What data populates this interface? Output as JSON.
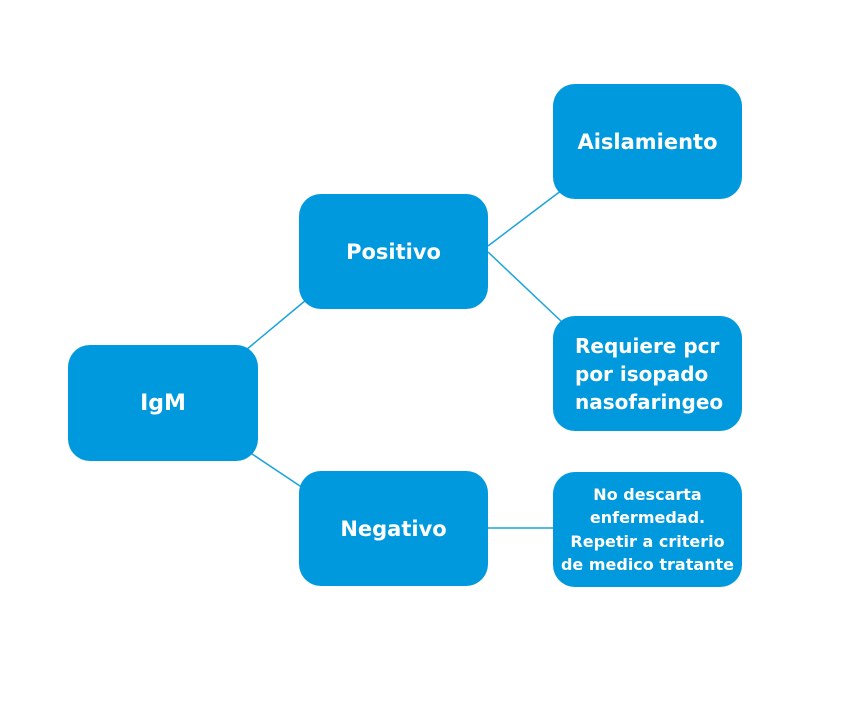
{
  "diagram": {
    "root": "IgM",
    "positive": "Positivo",
    "negative": "Negativo",
    "positive_outcomes": {
      "isolation": "Aislamiento",
      "pcr": "Requiere pcr\npor isopado\nnasofaringeo"
    },
    "negative_outcome": "No  descarta\nenfermedad.\nRepetir a criterio\nde medico tratante",
    "colors": {
      "box": "#0099dd",
      "line": "#1aa3dd",
      "text": "#ffffff"
    }
  }
}
